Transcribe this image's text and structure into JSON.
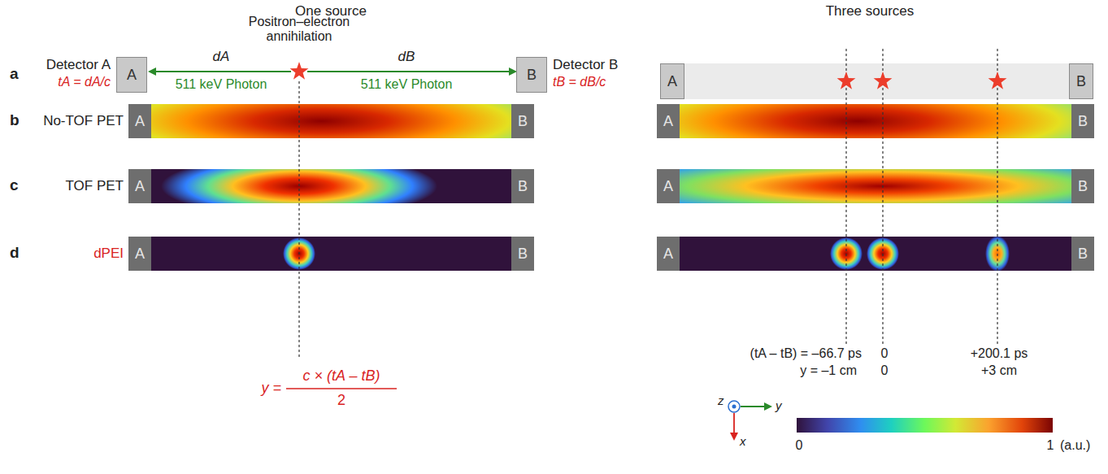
{
  "diagram": {
    "nodes": [
      {
        "text": [
          "A"
        ]
      },
      {
        "text": [
          "B"
        ]
      },
      {
        "text": [
          "A"
        ]
      },
      {
        "text": [
          "B"
        ]
      },
      {
        "text": [
          "A"
        ]
      },
      {
        "text": [
          "B"
        ]
      },
      {
        "text": [
          "A"
        ]
      },
      {
        "text": [
          "B"
        ]
      },
      {
        "text": [
          "A"
        ]
      },
      {
        "text": [
          "B"
        ]
      },
      {
        "text": [
          "A"
        ]
      },
      {
        "text": [
          "B"
        ]
      },
      {
        "text": [
          "A"
        ]
      },
      {
        "text": [
          "B"
        ]
      },
      {
        "text": [
          "A"
        ]
      },
      {
        "text": [
          "B"
        ]
      }
    ],
    "labels": [
      "One source",
      "Three sources",
      "a",
      "b",
      "c",
      "d",
      "No-TOF PET",
      "TOF PET",
      "dPEI",
      "Positron–electron annihilation",
      "dA",
      "dB",
      "511 keV Photon",
      "511 keV Photon",
      "Detector A",
      "tA = dA/c",
      "Detector B",
      "tB = dB/c",
      "y =",
      "c × (tA – tB)",
      "2",
      "(tA – tB) = –66.7 ps",
      "0",
      "+200.1 ps",
      "y = –1 cm",
      "0",
      "+3 cm",
      "z",
      "y",
      "x",
      "0",
      "1",
      "(a.u.)"
    ]
  }
}
